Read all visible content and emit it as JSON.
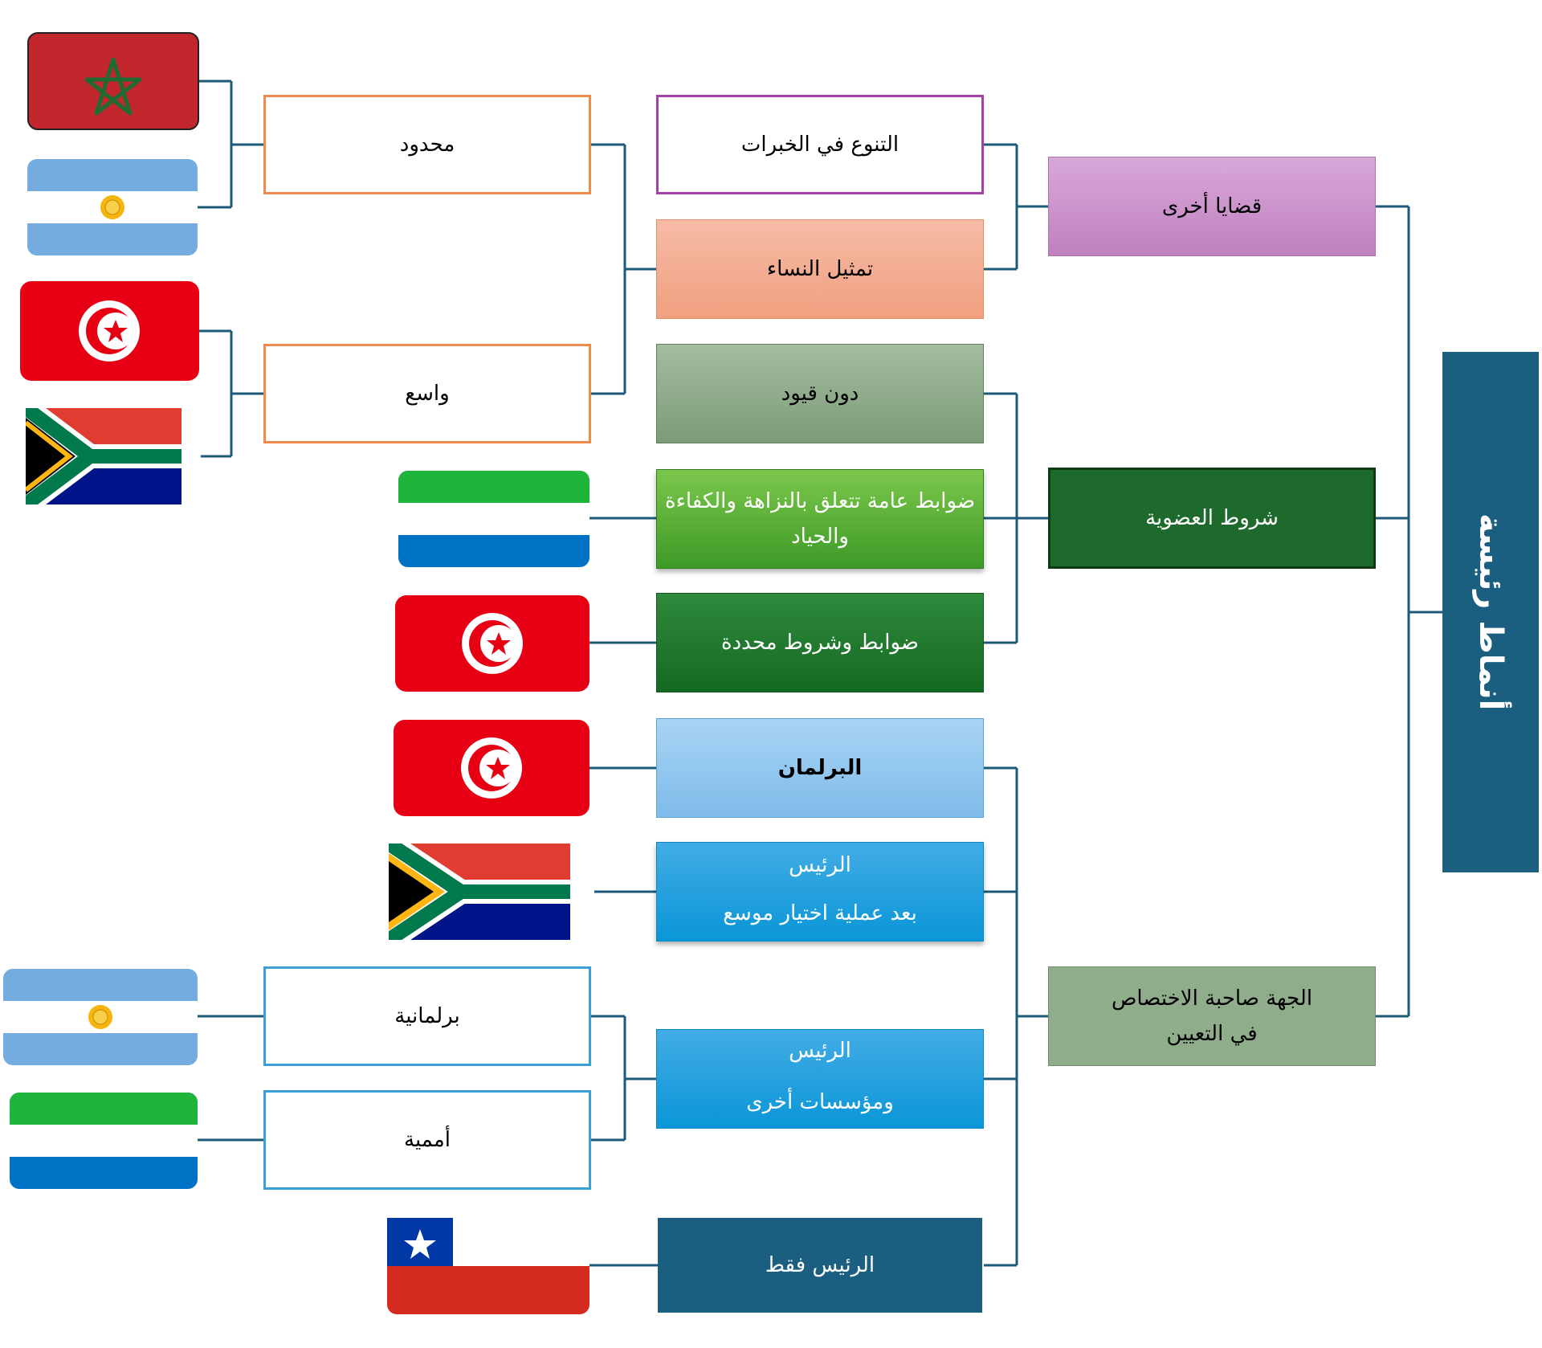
{
  "root": {
    "label": "أنماط رئيسة"
  },
  "categories": {
    "other_issues": "قضايا أخرى",
    "membership": "شروط العضوية",
    "appointing_authority": [
      "الجهة صاحبة الاختصاص",
      "في التعيين"
    ]
  },
  "items": {
    "experience_diversity": "التنوع في الخبرات",
    "women_representation": "تمثيل النساء",
    "no_restrictions": "دون قيود",
    "general_controls": "ضوابط عامة تتعلق بالنزاهة والكفاءة والحياد",
    "specific_controls": "ضوابط وشروط محددة",
    "parliament": "البرلمان",
    "president_expanded": [
      "الرئيس",
      "بعد عملية اختيار موسع"
    ],
    "president_institutions": [
      "الرئيس",
      "ومؤسسات أخرى"
    ],
    "president_only": "الرئيس فقط"
  },
  "subitems": {
    "limited": "محدود",
    "broad": "واسع",
    "parliamentary": "برلمانية",
    "un": "أممية"
  },
  "colors": {
    "line": "#1d5a7a",
    "root_bg": "#1a5e80",
    "orange_border": "#f08a4b",
    "purple_border": "#a040a8",
    "blue_border": "#3aa0d8"
  },
  "flags": [
    "morocco-flag",
    "argentina-flag",
    "tunisia-flag",
    "south-africa-flag",
    "sierra-leone-flag",
    "tunisia-flag",
    "tunisia-flag",
    "south-africa-flag",
    "argentina-flag",
    "sierra-leone-flag",
    "chile-flag"
  ]
}
